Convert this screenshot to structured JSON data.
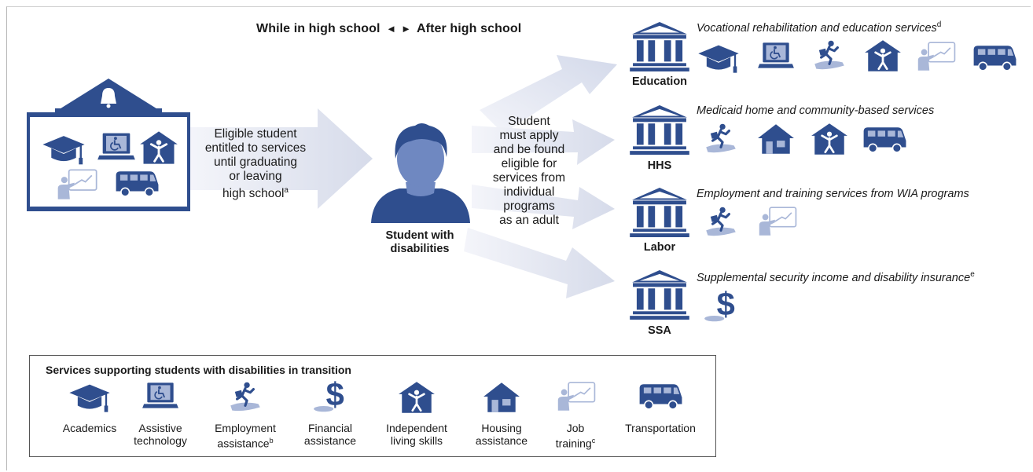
{
  "header": {
    "left": "While in high school",
    "left_arrow": "◄",
    "right_arrow": "►",
    "right": "After high school"
  },
  "school": {
    "flow_lines": [
      "Eligible student",
      "entitled to services",
      "until graduating",
      "or leaving",
      "high school"
    ],
    "flow_footnote": "a"
  },
  "student": {
    "label_line1": "Student with",
    "label_line2": "disabilities",
    "adult_lines": [
      "Student",
      "must apply",
      "and be found",
      "eligible for",
      "services from",
      "individual",
      "programs",
      "as an adult"
    ]
  },
  "agencies": [
    {
      "name": "Education",
      "services": "Vocational rehabilitation and education services",
      "footnote": "d",
      "icons": [
        "graduation-cap-icon",
        "assistive-technology-icon",
        "employment-assistance-icon",
        "independent-living-icon",
        "job-training-icon",
        "transportation-van-icon"
      ]
    },
    {
      "name": "HHS",
      "services": "Medicaid home and community-based services",
      "footnote": "",
      "icons": [
        "employment-assistance-icon",
        "housing-icon",
        "independent-living-icon",
        "transportation-van-icon"
      ]
    },
    {
      "name": "Labor",
      "services": "Employment and training services from WIA programs",
      "footnote": "",
      "icons": [
        "employment-assistance-icon",
        "job-training-icon"
      ]
    },
    {
      "name": "SSA",
      "services": "Supplemental security income and disability insurance",
      "footnote": "e",
      "icons": [
        "financial-assistance-icon"
      ]
    }
  ],
  "legend": {
    "title": "Services supporting students with disabilities in transition",
    "items": [
      {
        "icon": "graduation-cap-icon",
        "line1": "Academics",
        "line2": "",
        "sup": ""
      },
      {
        "icon": "assistive-technology-icon",
        "line1": "Assistive",
        "line2": "technology",
        "sup": ""
      },
      {
        "icon": "employment-assistance-icon",
        "line1": "Employment",
        "line2": "assistance",
        "sup": "b"
      },
      {
        "icon": "financial-assistance-icon",
        "line1": "Financial",
        "line2": "assistance",
        "sup": ""
      },
      {
        "icon": "independent-living-icon",
        "line1": "Independent",
        "line2": "living skills",
        "sup": ""
      },
      {
        "icon": "housing-icon",
        "line1": "Housing",
        "line2": "assistance",
        "sup": ""
      },
      {
        "icon": "job-training-icon",
        "line1": "Job",
        "line2": "training",
        "sup": "c"
      },
      {
        "icon": "transportation-van-icon",
        "line1": "Transportation",
        "line2": "",
        "sup": ""
      }
    ]
  },
  "colors": {
    "primary": "#2f4e8e",
    "light": "#a9b7d8",
    "arrow_fill": "#dfe3ef",
    "arrow_edge": "#eef0f6"
  }
}
